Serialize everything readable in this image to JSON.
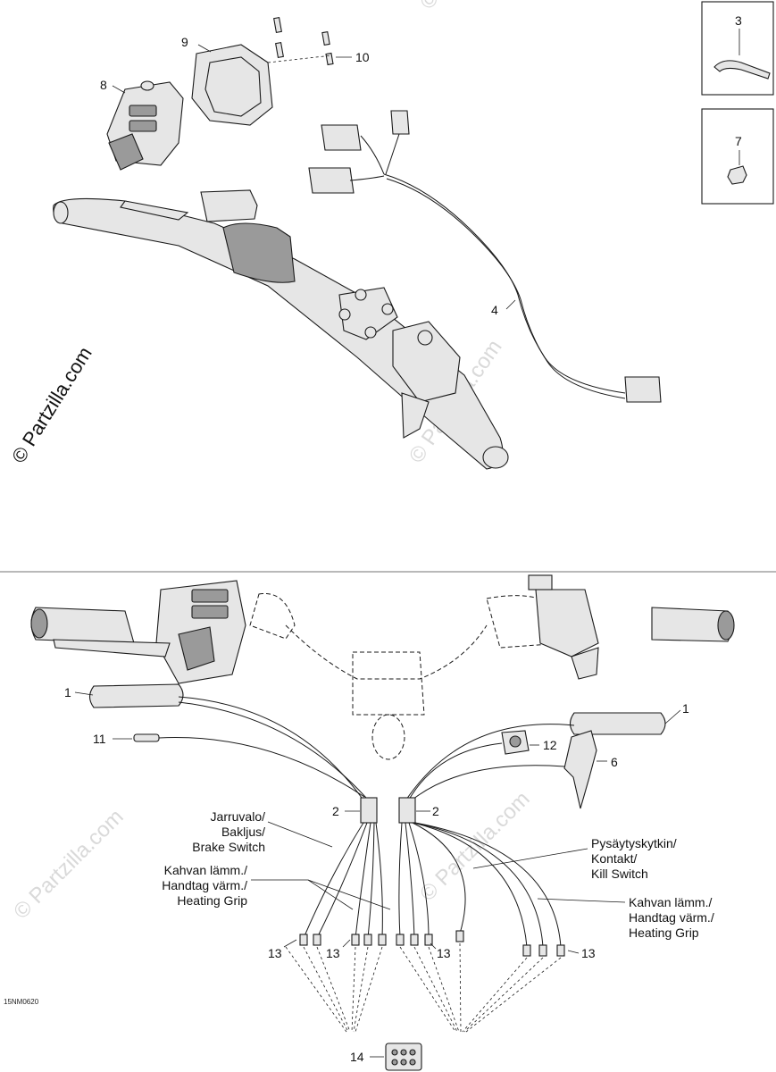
{
  "watermark": "© Partzilla.com",
  "watermark_faint": "© Partzilla.com",
  "drawing_code": "15NM0620",
  "callouts": {
    "c1a": "1",
    "c1b": "1",
    "c2a": "2",
    "c2b": "2",
    "c3": "3",
    "c4": "4",
    "c6": "6",
    "c7": "7",
    "c8": "8",
    "c9": "9",
    "c10": "10",
    "c11": "11",
    "c12": "12",
    "c13a": "13",
    "c13b": "13",
    "c13c": "13",
    "c13d": "13",
    "c14": "14"
  },
  "labels": {
    "brake": [
      "Jarruvalo/",
      "Bakljus/",
      "Brake Switch"
    ],
    "heat_left": [
      "Kahvan lämm./",
      "Handtag värm./",
      "Heating Grip"
    ],
    "kill": [
      "Pysäytyskytkin/",
      "Kontakt/",
      "Kill Switch"
    ],
    "heat_right": [
      "Kahvan lämm./",
      "Handtag värm./",
      "Heating Grip"
    ]
  }
}
